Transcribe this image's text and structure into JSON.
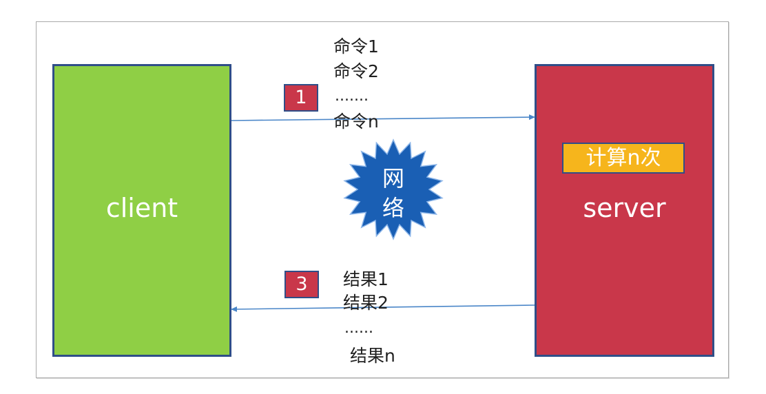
{
  "client": {
    "label": "client"
  },
  "server": {
    "label": "server",
    "compute_badge": "计算n次"
  },
  "request": {
    "step": "1",
    "lines": [
      "命令1",
      "命令2",
      ".......",
      "命令n"
    ]
  },
  "response": {
    "step": "3",
    "lines": [
      "结果1",
      "结果2",
      "......",
      "结果n"
    ]
  },
  "network": {
    "chars": [
      "网",
      "络"
    ]
  },
  "colors": {
    "client_fill": "#8fcf45",
    "server_fill": "#c9374a",
    "border": "#2f4e88",
    "compute_badge_fill": "#f6b51c",
    "network_fill": "#1a5fb4",
    "arrow": "#4a86c8"
  }
}
